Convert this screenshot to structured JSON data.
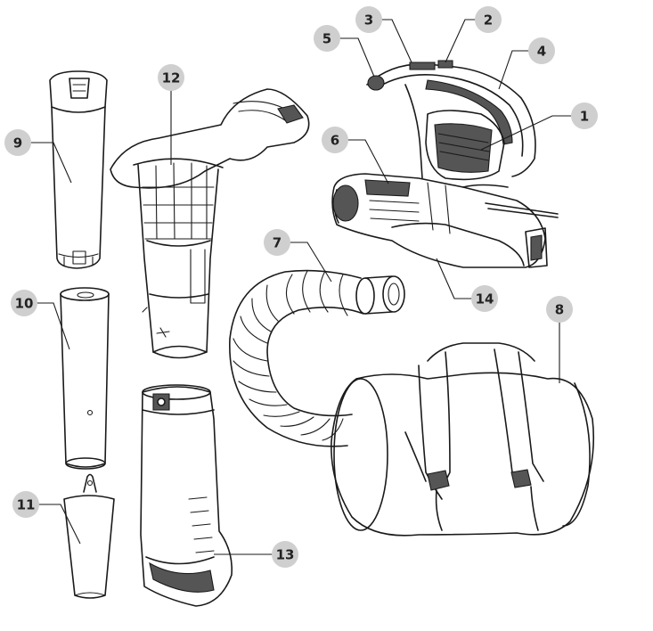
{
  "callouts": [
    {
      "id": "1",
      "label": "1"
    },
    {
      "id": "2",
      "label": "2"
    },
    {
      "id": "3",
      "label": "3"
    },
    {
      "id": "4",
      "label": "4"
    },
    {
      "id": "5",
      "label": "5"
    },
    {
      "id": "6",
      "label": "6"
    },
    {
      "id": "7",
      "label": "7"
    },
    {
      "id": "8",
      "label": "8"
    },
    {
      "id": "9",
      "label": "9"
    },
    {
      "id": "10",
      "label": "10"
    },
    {
      "id": "11",
      "label": "11"
    },
    {
      "id": "12",
      "label": "12"
    },
    {
      "id": "13",
      "label": "13"
    },
    {
      "id": "14",
      "label": "14"
    }
  ],
  "colors": {
    "badge_fill": "#cfcfcf",
    "line": "#1a1a1a",
    "background": "#ffffff"
  }
}
